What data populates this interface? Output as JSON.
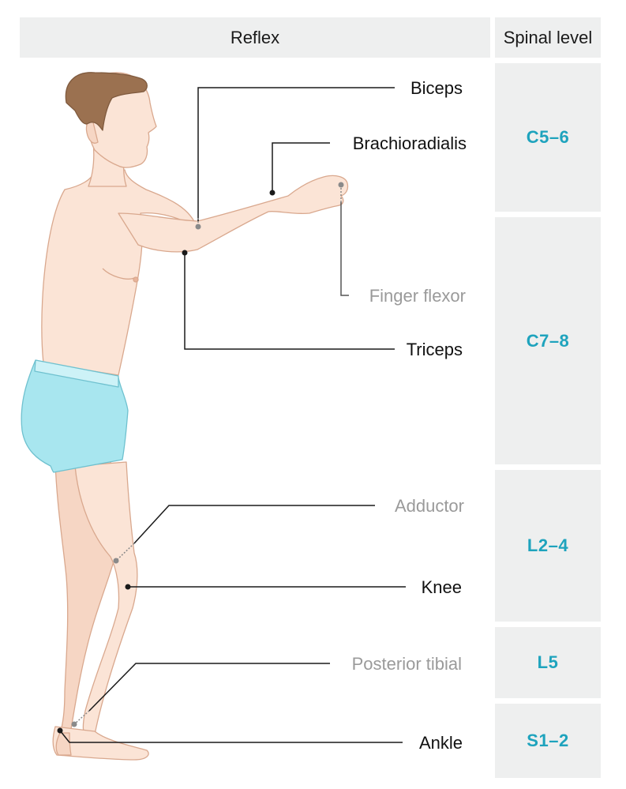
{
  "headers": {
    "reflex": "Reflex",
    "spinal_level": "Spinal level"
  },
  "levels": [
    "C5–6",
    "C7–8",
    "L2–4",
    "L5",
    "S1–2"
  ],
  "reflexes": {
    "biceps": "Biceps",
    "brachioradialis": "Brachioradialis",
    "finger_flexor": "Finger flexor",
    "triceps": "Triceps",
    "adductor": "Adductor",
    "knee": "Knee",
    "posterior_tibial": "Posterior tibial",
    "ankle": "Ankle"
  },
  "colors": {
    "header_bg": "#eeefef",
    "level_text": "#1ea3bd",
    "skin": "#fbe4d6",
    "hair": "#9b7150",
    "shorts": "#a8e6ef",
    "primary_label": "#111111",
    "secondary_label": "#9a9a9a"
  }
}
